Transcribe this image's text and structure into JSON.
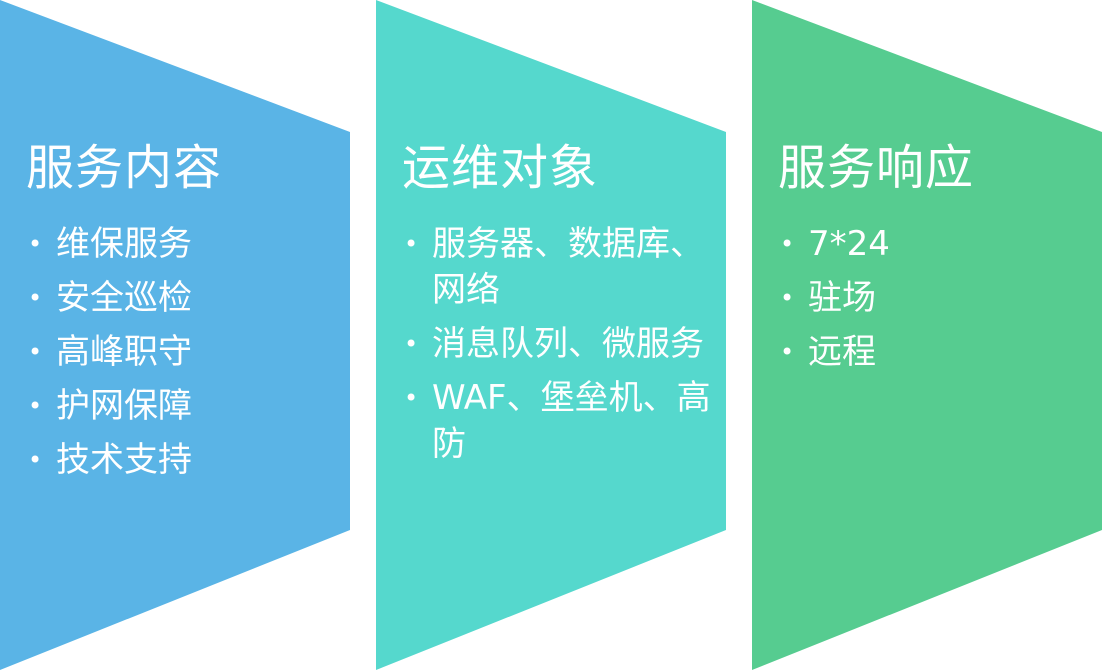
{
  "panels": [
    {
      "title": "服务内容",
      "color": "#5ab4e6",
      "items": [
        "维保服务",
        "安全巡检",
        "高峰职守",
        "护网保障",
        "技术支持"
      ]
    },
    {
      "title": "运维对象",
      "color": "#55d8cd",
      "items": [
        "服务器、数据库、网络",
        "消息队列、微服务",
        "WAF、堡垒机、高防"
      ]
    },
    {
      "title": "服务响应",
      "color": "#56cc90",
      "items": [
        "7*24",
        "驻场",
        "远程"
      ]
    }
  ]
}
